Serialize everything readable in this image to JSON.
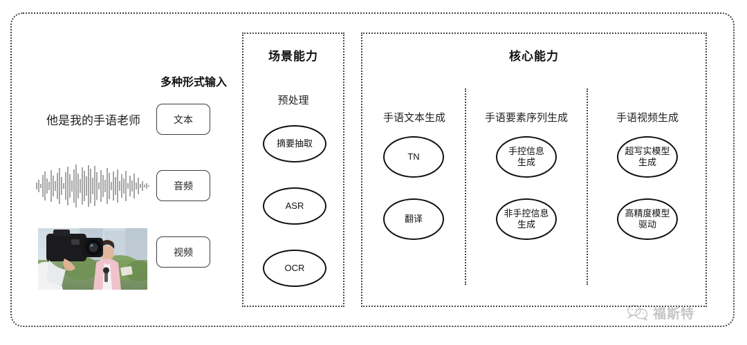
{
  "diagram": {
    "title_visible": false
  },
  "input_section": {
    "heading": "多种形式输入",
    "sample_text": "他是我的手语老师",
    "modalities": [
      {
        "label": "文本",
        "icon": "text-icon"
      },
      {
        "label": "音频",
        "icon": "waveform-icon"
      },
      {
        "label": "视频",
        "icon": "video-thumbnail-icon"
      }
    ]
  },
  "scene_panel": {
    "title": "场景能力",
    "subtitle": "预处理",
    "nodes": [
      {
        "label": "摘要抽取"
      },
      {
        "label": "ASR"
      },
      {
        "label": "OCR"
      }
    ]
  },
  "core_panel": {
    "title": "核心能力",
    "columns": [
      {
        "header": "手语文本生成",
        "nodes": [
          {
            "line1": "TN",
            "line2": ""
          },
          {
            "line1": "翻译",
            "line2": ""
          }
        ]
      },
      {
        "header": "手语要素序列生成",
        "nodes": [
          {
            "line1": "手控信息",
            "line2": "生成"
          },
          {
            "line1": "非手控信息",
            "line2": "生成"
          }
        ]
      },
      {
        "header": "手语视频生成",
        "nodes": [
          {
            "line1": "超写实模型",
            "line2": "生成"
          },
          {
            "line1": "高精度模型",
            "line2": "驱动"
          }
        ]
      }
    ]
  },
  "watermark": {
    "text": "福斯特",
    "icon": "wechat-bubbles-icon"
  },
  "colors": {
    "border": "#444444",
    "node_stroke": "#111111",
    "text": "#1a1a1a",
    "background": "#ffffff"
  }
}
